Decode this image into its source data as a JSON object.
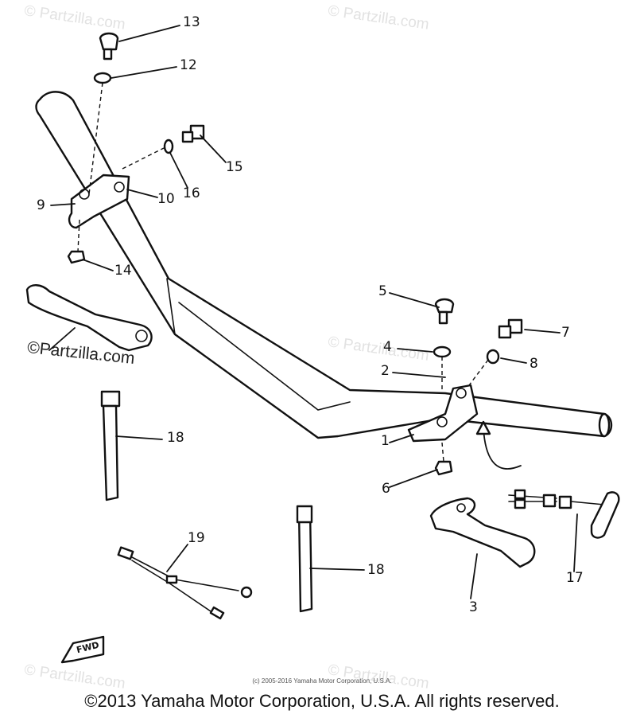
{
  "watermark": "© Partzilla.com",
  "watermark_inline": "©Partzilla.com",
  "small_copyright": "(c) 2005-2016 Yamaha Motor Corporation, U.S.A.",
  "copyright": "©2013 Yamaha Motor Corporation, U.S.A. All rights reserved.",
  "fwd_label": "FWD",
  "callouts": {
    "c1": "1",
    "c2": "2",
    "c3": "3",
    "c4": "4",
    "c5": "5",
    "c6": "6",
    "c7": "7",
    "c8": "8",
    "c9": "9",
    "c10": "10",
    "c12": "12",
    "c13": "13",
    "c14": "14",
    "c15": "15",
    "c16": "16",
    "c17": "17",
    "c18a": "18",
    "c18b": "18",
    "c19": "19"
  }
}
